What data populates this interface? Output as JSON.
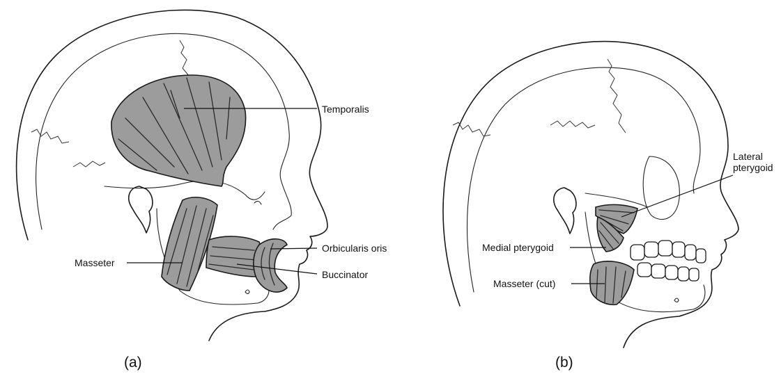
{
  "figure": {
    "panel_a": {
      "caption": "(a)",
      "labels": {
        "temporalis": "Temporalis",
        "masseter": "Masseter",
        "orbicularis_oris": "Orbicularis oris",
        "buccinator": "Buccinator"
      }
    },
    "panel_b": {
      "caption": "(b)",
      "labels": {
        "lateral_pterygoid_line1": "Lateral",
        "lateral_pterygoid_line2": "pterygoid",
        "medial_pterygoid": "Medial pterygoid",
        "masseter_cut": "Masseter (cut)"
      }
    }
  },
  "colors": {
    "line": "#1a1a1a",
    "muscle_fill": "#9c9c9c",
    "background": "#ffffff"
  }
}
